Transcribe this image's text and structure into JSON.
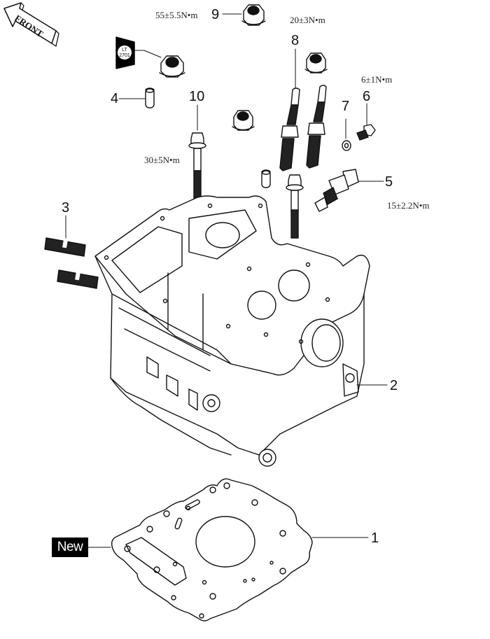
{
  "diagram": {
    "type": "exploded-parts-diagram",
    "subject": "Cylinder head assembly",
    "orientation_arrow": {
      "label": "FRONT",
      "icon": "front-direction-arrow"
    },
    "threadlocker_symbol": {
      "line1": "LT",
      "line2": "2701",
      "icon": "threadlocker-badge"
    },
    "new_badge": {
      "label": "New"
    },
    "callouts": [
      {
        "number": "1",
        "part": "cylinder-head-gasket",
        "torque": null
      },
      {
        "number": "2",
        "part": "cylinder-head",
        "torque": null
      },
      {
        "number": "3",
        "part": "stud-bolt",
        "torque": null
      },
      {
        "number": "4",
        "part": "dowel-pin",
        "torque": null
      },
      {
        "number": "5",
        "part": "temperature-sensor",
        "torque": "15±2.2N•m"
      },
      {
        "number": "6",
        "part": "bolt",
        "torque": "6±1N•m"
      },
      {
        "number": "7",
        "part": "washer",
        "torque": null
      },
      {
        "number": "8",
        "part": "spark-plug",
        "torque": "20±3N•m"
      },
      {
        "number": "9",
        "part": "flange-nut",
        "torque": "55±5.5N•m"
      },
      {
        "number": "10",
        "part": "flange-bolt",
        "torque": "30±5N•m"
      }
    ]
  }
}
